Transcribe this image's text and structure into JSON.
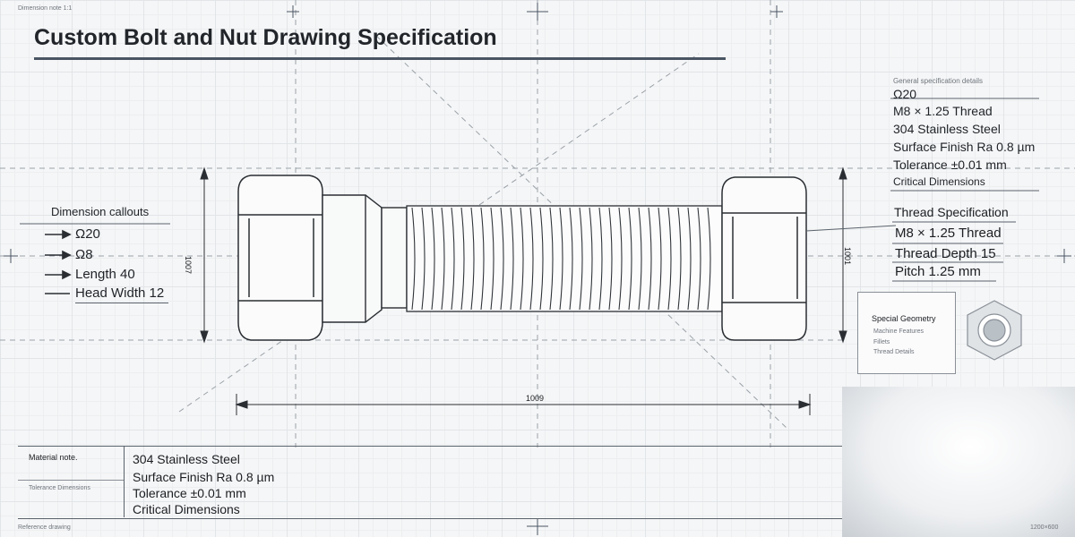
{
  "page": {
    "title": "Custom Bolt and Nut Drawing Specification",
    "corner_top_left": "Dimension note 1:1",
    "corner_bottom_left": "Reference drawing",
    "corner_bottom_right": "1200×600",
    "accent_color": "#4a5563"
  },
  "specs_top_right": {
    "heading": "General specification details",
    "lines": [
      "Ω20",
      "M8 × 1.25 Thread",
      "304 Stainless Steel",
      "Surface Finish Ra 0.8 µm",
      "Tolerance ±0.01 mm",
      "Critical Dimensions"
    ]
  },
  "callouts_left": {
    "heading": "Dimension callouts",
    "rows": [
      "Ω20",
      "Ω8",
      "Length 40",
      "Head Width 12"
    ]
  },
  "thread_spec": {
    "heading": "Thread Specification",
    "lines": [
      "M8 × 1.25 Thread",
      "Thread Depth 15",
      "Pitch 1.25 mm"
    ]
  },
  "special_geometry": {
    "heading": "Special Geometry",
    "items": [
      "Machine Features",
      "Fillets",
      "Thread Details"
    ]
  },
  "material_table": {
    "label": "Material note.",
    "sub_label": "Tolerance Dimensions",
    "lines": [
      "304 Stainless Steel",
      "Surface Finish Ra 0.8 µm",
      "Tolerance ±0.01 mm",
      "Critical Dimensions"
    ]
  },
  "dimensions": {
    "left_height": "1007",
    "right_height": "1001",
    "overall_length": "1009"
  }
}
